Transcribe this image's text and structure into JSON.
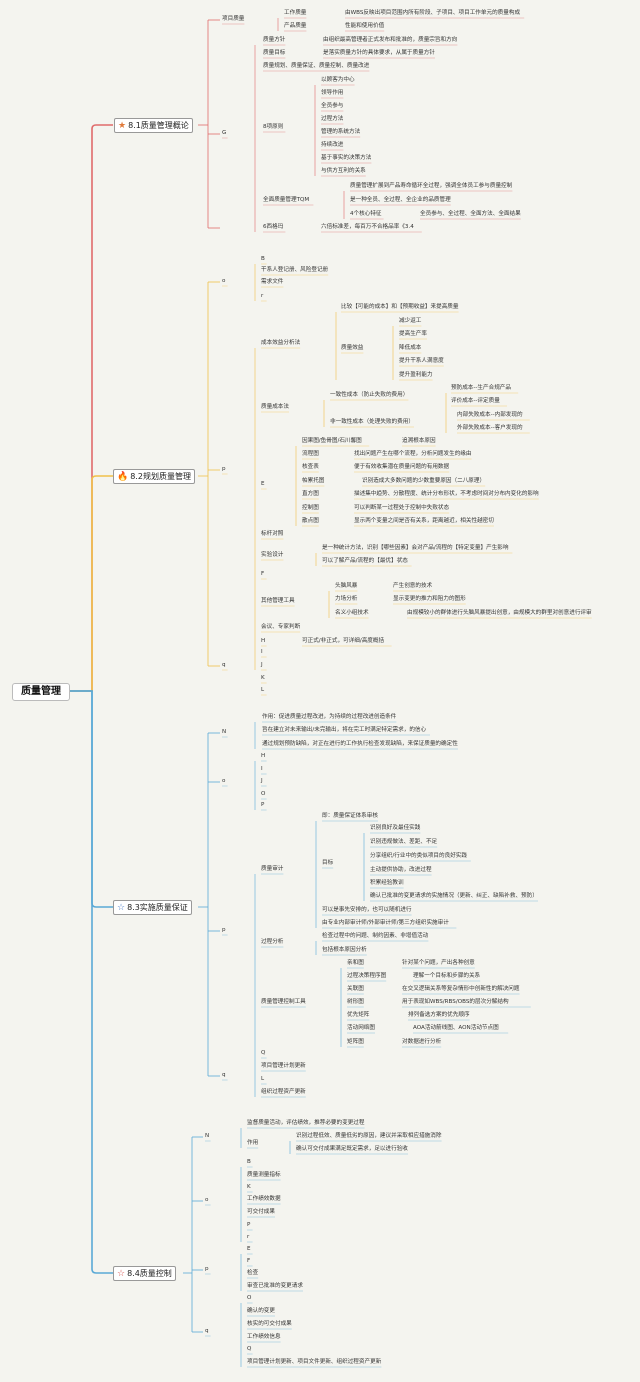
{
  "root": "质量管理",
  "main": [
    {
      "label": "8.1质量管理概论",
      "icon": "★",
      "color": "#e07a3a"
    },
    {
      "label": "8.2规划质量管理",
      "icon": "🔥",
      "color": "#d9534f"
    },
    {
      "label": "8.3实施质量保证",
      "icon": "☆",
      "color": "#4a7cc9"
    },
    {
      "label": "8.4质量控制",
      "icon": "☆",
      "color": "#d9534f"
    }
  ],
  "texts": [
    "项目质量",
    "工作质量",
    "由WBS反映出项目范围内所有阶段、子项目、项目工作单元的质量构成",
    "产品质量",
    "性能和使用价值",
    "质量方针",
    "由组织最高管理者正式发布和批准的，质量宗旨和方向",
    "质量目标",
    "是落实质量方针的具体要求，从属于质量方针",
    "质量规划、质量保证、质量控制、质量改进",
    "G",
    "8项原则",
    "以顾客为中心",
    "领导作用",
    "全员参与",
    "过程方法",
    "管理的系统方法",
    "持续改进",
    "基于事实的决策方法",
    "与供方互利的关系",
    "全面质量管理TQM",
    "质量管理扩展到产品寿命循环全过程，强调全体员工参与质量控制",
    "是一种全员、全过程、全企业的品质管理",
    "4个核心特征",
    "全员参与、全过程、全面方法、全面结果",
    "6西格玛",
    "六倍标准差，每百万不合格品率《3.4",
    "o",
    "B",
    "干系人登记册、风险登记册",
    "需求文件",
    "r",
    "成本效益分析法",
    "比较【可能的成本】和【预期收益】来提高质量",
    "减少返工",
    "质量效益",
    "提高生产率",
    "降低成本",
    "提升干系人满意度",
    "提升盈利能力",
    "质量成本法",
    "一致性成本（防止失败的费用）",
    "预防成本--生产合规产品",
    "评价成本--评定质量",
    "非一致性成本（处理失败的费用）",
    "内部失败成本--内部发现的",
    "外部失败成本--客户发现的",
    "p",
    "E",
    "因果图/鱼骨图/石川馨图",
    "追溯根本原因",
    "流程图",
    "找出问题产生在哪个流程，分析问题发生的缘由",
    "核查表",
    "便于有效收集潜在质量问题的有用数据",
    "帕累托图",
    "识别造成大多数问题的少数重要原因（二八原理）",
    "直方图",
    "描述集中趋势、分散程度、统计分布形状，不考虑时间对分布内变化的影响",
    "控制图",
    "可以判断某一过程处于控制中失败状态",
    "散点图",
    "显示两个变量之间是否有关系，距离越近，相关性越密切",
    "标杆对照",
    "实验设计",
    "是一种统计方法，识别【哪些因素】会对产品/流程的【特定变量】产生影响",
    "可以了解产品/流程的【最优】状态",
    "F",
    "其他管理工具",
    "头脑风暴",
    "产生创意的技术",
    "力场分析",
    "显示变更的推力和阻力的图形",
    "名义小组技术",
    "由规模较小的群体进行头脑风暴提出创意，由规模大的群里对创意进行评审",
    "会议、专家判断",
    "H",
    "可正式/非正式，可详细/高度概括",
    "q",
    "I",
    "J",
    "K",
    "L",
    "N",
    "作用：促进质量过程改进，为持续的过程改进创造条件",
    "旨在建立对未来输出/未完输出，将在完工时满足特定需求，的信心",
    "通过规划预防缺陷，对正在进行的工作执行检查发现缺陷，来保证质量的确定性",
    "o",
    "H",
    "I",
    "J",
    "O",
    "P",
    "质量审计",
    "即：质量保证体系审核",
    "识别良好及最佳实践",
    "识别违规做法、差距、不足",
    "分享组织/行业中的类似项目的良好实践",
    "目标",
    "主动提供协助，改进过程",
    "积累经验教训",
    "确认已批准的变更请求的实施情况（更新、纠正、缺陷补救、预防）",
    "可以是事先安排的，也可以随机进行",
    "由专业内部审计师/外部审计师/第三方组织实施审计",
    "p",
    "过程分析",
    "检查过程中的问题、制约因素、非增值活动",
    "包括根本原因分析",
    "质量管理控制工具",
    "亲和图",
    "针对某个问题，产出各种创意",
    "过程决策程序图",
    "理解一个目标和步骤的关系",
    "关联图",
    "在交叉逻辑关系等复杂情形中创新性的解决问题",
    "树形图",
    "用于表现如WBS/RBS/OBS的层次分解结构",
    "优先矩阵",
    "排列备选方案的优先顺序",
    "活动网络图",
    "AOA活动箭线图、AON活动节点图",
    "矩阵图",
    "对数据进行分析",
    "q",
    "Q",
    "项目管理计划更新",
    "L",
    "组织过程资产更新",
    "N",
    "监督质量活动，评估绩效，推荐必要的变更过程",
    "作用",
    "识别过程低效、质量低劣的原因，建议并采取相应措施消除",
    "确认可交付成果满足既定需求，足以进行验收",
    "o",
    "B",
    "质量测量指标",
    "K",
    "工作绩效数据",
    "可交付成果",
    "P",
    "r",
    "p",
    "E",
    "F",
    "检查",
    "审查已批准的变更请求",
    "q",
    "O",
    "确认的变更",
    "核实的可交付成果",
    "工作绩效信息",
    "Q",
    "项目管理计划更新、项目文件更新、组织过程资产更新"
  ]
}
